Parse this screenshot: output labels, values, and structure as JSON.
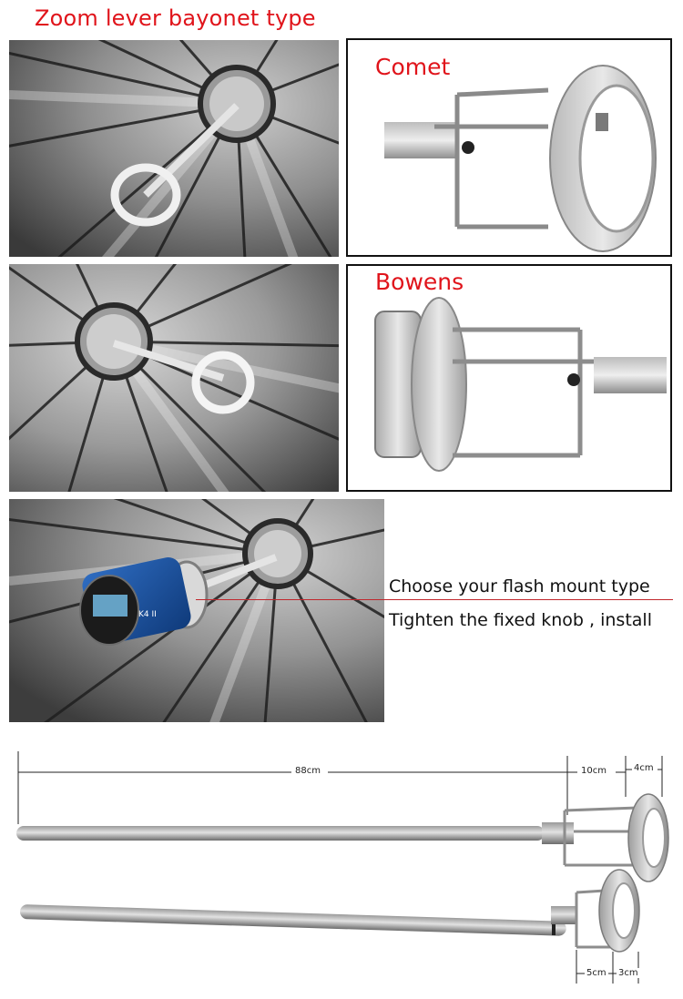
{
  "header": {
    "title": "Zoom lever bayonet type"
  },
  "mounts": {
    "comet_label": "Comet",
    "bowens_label": "Bowens"
  },
  "instructions": {
    "step1": "Choose your flash mount type",
    "step2": "Tighten the fixed knob , install"
  },
  "flash_unit": {
    "brand_text": "K4 II"
  },
  "dimensions": {
    "total_length": "88cm",
    "segment_length": "10cm",
    "mount_depth": "4cm",
    "lower_segment": "5cm",
    "lower_mount": "3cm"
  },
  "colors": {
    "accent": "#e0141b",
    "caption_rule": "#c0262c"
  }
}
